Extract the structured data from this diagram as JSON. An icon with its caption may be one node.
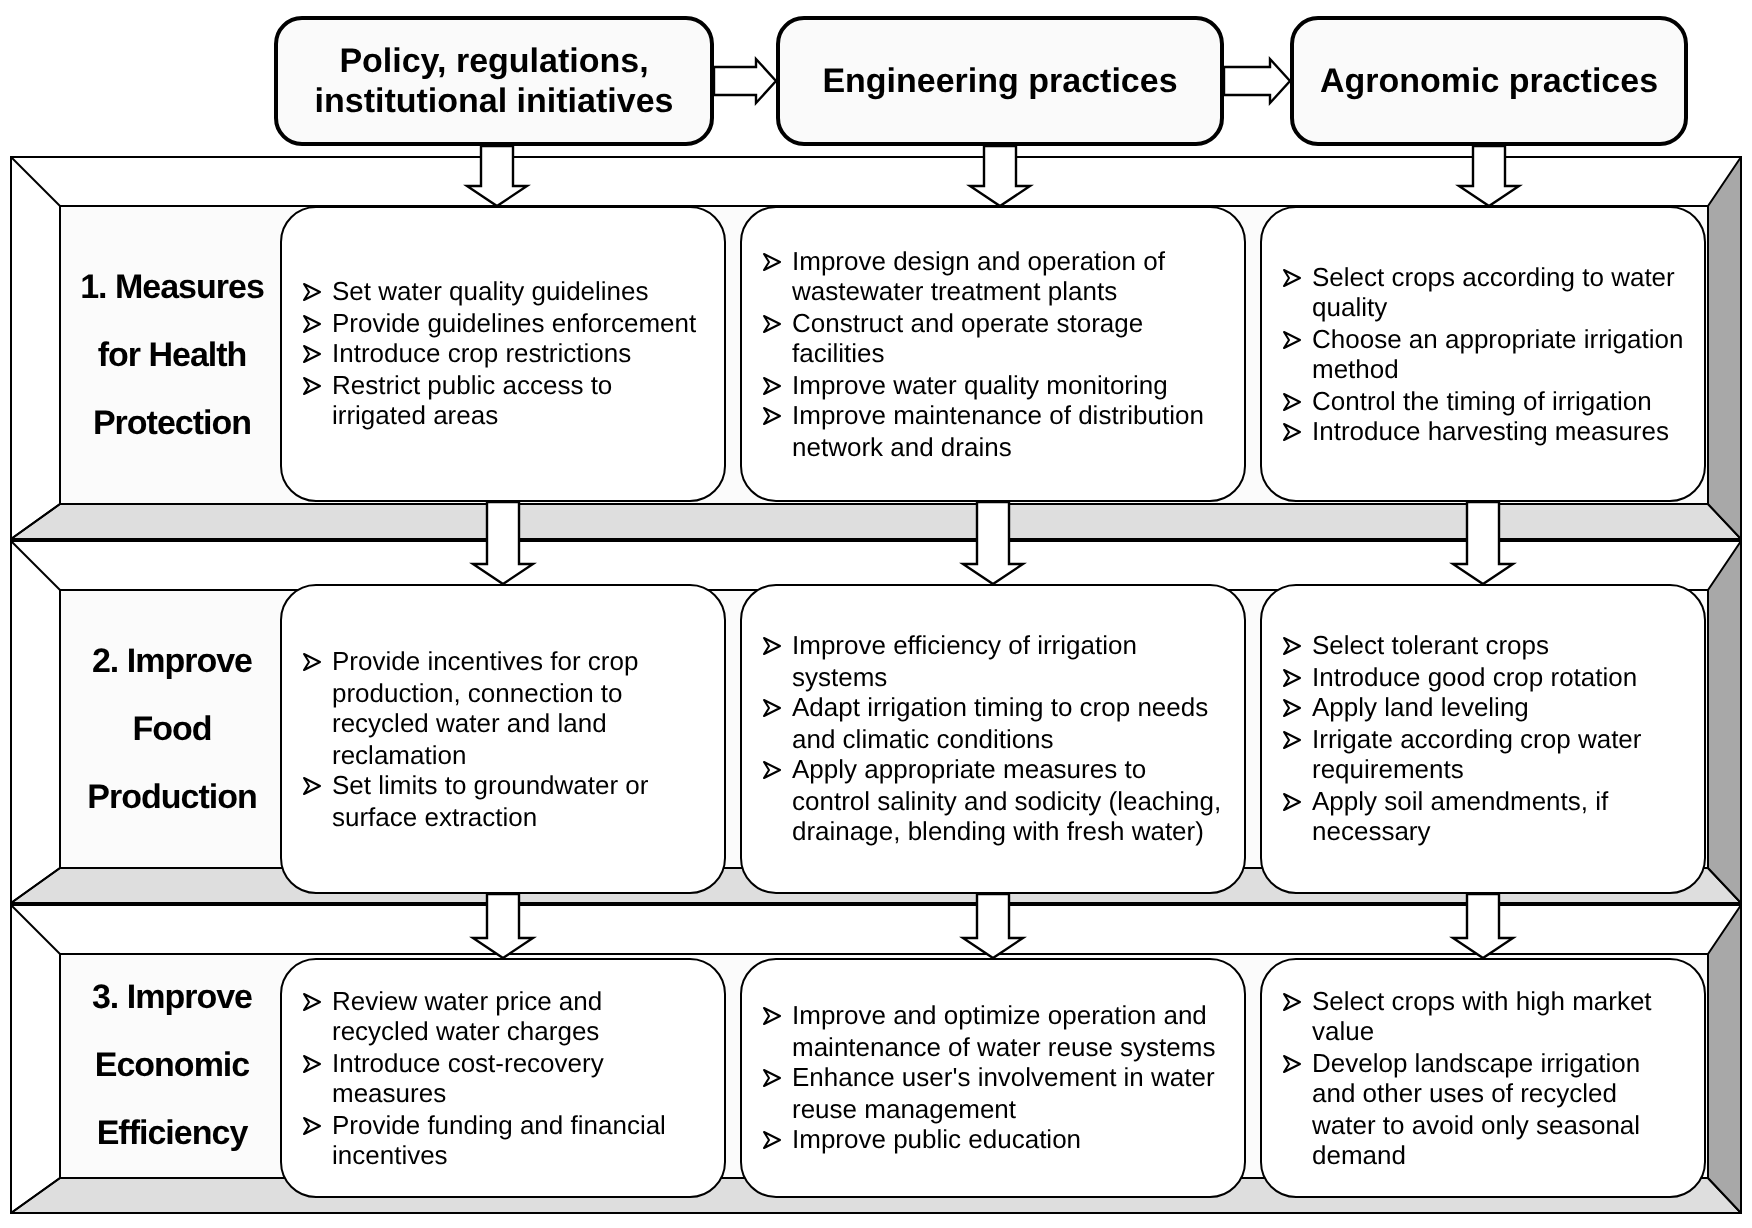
{
  "diagram": {
    "nodes": [
      {
        "text": [
          "Policy, regulations, institutional initiatives"
        ]
      },
      {
        "text": [
          "Engineering practices"
        ]
      },
      {
        "text": [
          "Agronomic practices"
        ]
      },
      {
        "text": [
          "1. Measures for Health Protection"
        ]
      },
      {
        "text": [
          "Set water quality guidelines",
          "Provide guidelines enforcement",
          "Introduce crop restrictions",
          "Restrict public access to irrigated areas"
        ],
        "in": 3
      },
      {
        "text": [
          "Improve design and operation of wastewater treatment plants",
          "Construct and operate storage facilities",
          "Improve water quality monitoring",
          "Improve maintenance of distribution network and drains"
        ],
        "in": 3
      },
      {
        "text": [
          "Select crops according to water quality",
          "Choose an appropriate irrigation method",
          "Control the timing of irrigation",
          "Introduce harvesting measures"
        ],
        "in": 3
      },
      {
        "text": [
          "2. Improve Food Production"
        ]
      },
      {
        "text": [
          "Provide incentives for crop production, connection to recycled water and land reclamation",
          "Set limits to groundwater or surface extraction"
        ],
        "in": 7
      },
      {
        "text": [
          "Improve efficiency of irrigation systems",
          "Adapt irrigation timing to crop needs and climatic conditions",
          "Apply appropriate measures to control salinity and sodicity (leaching, drainage, blending with fresh water)"
        ],
        "in": 7
      },
      {
        "text": [
          "Select tolerant crops",
          "Introduce good crop rotation",
          "Apply land leveling",
          "Irrigate according crop water requirements",
          "Apply soil amendments, if necessary"
        ],
        "in": 7
      },
      {
        "text": [
          "3. Improve Economic Efficiency"
        ]
      },
      {
        "text": [
          "Review water price and recycled water charges",
          "Introduce cost-recovery measures",
          "Provide funding and financial incentives"
        ],
        "in": 11
      },
      {
        "text": [
          "Improve and optimize operation and maintenance of water reuse systems",
          "Enhance user's involvement in water reuse management",
          "Improve public education"
        ],
        "in": 11
      },
      {
        "text": [
          "Select crops with high market value",
          "Develop landscape irrigation and other uses of recycled water to avoid only seasonal demand"
        ],
        "in": 11
      }
    ],
    "edges": [
      {
        "from": 0,
        "to": 1,
        "arrow": "to"
      },
      {
        "from": 1,
        "to": 2,
        "arrow": "to"
      },
      {
        "from": 0,
        "to": 4,
        "arrow": "to"
      },
      {
        "from": 1,
        "to": 5,
        "arrow": "to"
      },
      {
        "from": 2,
        "to": 6,
        "arrow": "to"
      },
      {
        "from": 4,
        "to": 8,
        "arrow": "to"
      },
      {
        "from": 5,
        "to": 9,
        "arrow": "to"
      },
      {
        "from": 6,
        "to": 10,
        "arrow": "to"
      },
      {
        "from": 8,
        "to": 12,
        "arrow": "to"
      },
      {
        "from": 9,
        "to": 13,
        "arrow": "to"
      },
      {
        "from": 10,
        "to": 14,
        "arrow": "to"
      }
    ]
  }
}
